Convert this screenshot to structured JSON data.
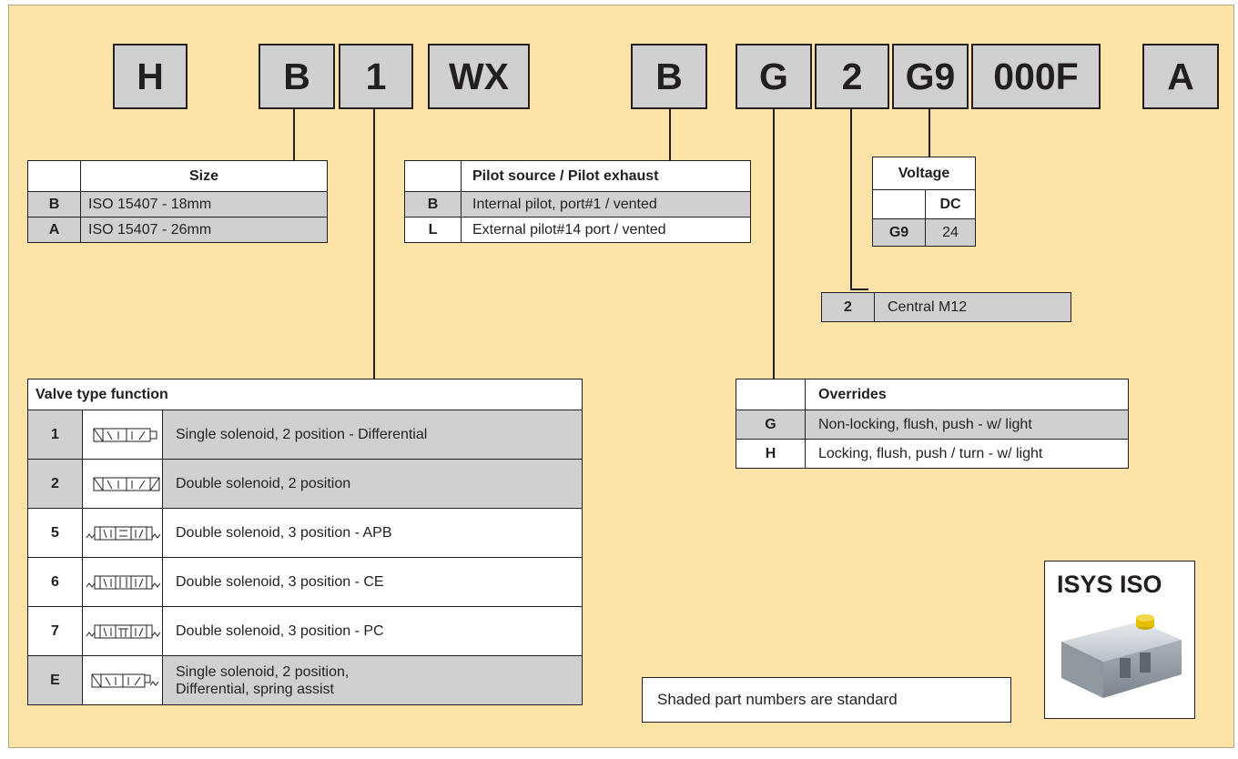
{
  "code_boxes": [
    "H",
    "B",
    "1",
    "WX",
    "B",
    "G",
    "2",
    "G9",
    "000F",
    "A"
  ],
  "size_table": {
    "header": "Size",
    "rows": [
      {
        "code": "B",
        "label": "ISO 15407 - 18mm",
        "shaded": true
      },
      {
        "code": "A",
        "label": "ISO 15407 - 26mm",
        "shaded": true
      }
    ]
  },
  "pilot_table": {
    "header": "Pilot source / Pilot exhaust",
    "rows": [
      {
        "code": "B",
        "label": "Internal pilot, port#1 / vented",
        "shaded": true
      },
      {
        "code": "L",
        "label": "External pilot#14 port / vented",
        "shaded": false
      }
    ]
  },
  "voltage_table": {
    "header": "Voltage",
    "subheader": "DC",
    "rows": [
      {
        "code": "G9",
        "value": "24",
        "shaded": true
      }
    ]
  },
  "connector": {
    "code": "2",
    "label": "Central M12"
  },
  "overrides_table": {
    "header": "Overrides",
    "rows": [
      {
        "code": "G",
        "label": "Non-locking, flush, push - w/ light",
        "shaded": true
      },
      {
        "code": "H",
        "label": "Locking, flush, push / turn - w/ light",
        "shaded": false
      }
    ]
  },
  "valve_table": {
    "header": "Valve type function",
    "rows": [
      {
        "code": "1",
        "label": "Single solenoid, 2 position - Differential",
        "shaded": true,
        "symbol": "single-solenoid-2pos-differential-symbol"
      },
      {
        "code": "2",
        "label": "Double solenoid, 2 position",
        "shaded": true,
        "symbol": "double-solenoid-2pos-symbol"
      },
      {
        "code": "5",
        "label": "Double solenoid, 3 position - APB",
        "shaded": false,
        "symbol": "double-solenoid-3pos-apb-symbol"
      },
      {
        "code": "6",
        "label": "Double solenoid, 3 position - CE",
        "shaded": false,
        "symbol": "double-solenoid-3pos-ce-symbol"
      },
      {
        "code": "7",
        "label": "Double solenoid, 3 position - PC",
        "shaded": false,
        "symbol": "double-solenoid-3pos-pc-symbol"
      },
      {
        "code": "E",
        "label": "Single solenoid, 2 position,",
        "label2": "Differential, spring assist",
        "shaded": true,
        "symbol": "single-solenoid-spring-assist-symbol"
      }
    ]
  },
  "note": "Shaded part numbers are standard",
  "product": {
    "title": "ISYS ISO",
    "image": "valve-product-image"
  },
  "colors": {
    "background": "#fde3a7",
    "shaded": "#d0d0d0",
    "line": "#231f20"
  }
}
